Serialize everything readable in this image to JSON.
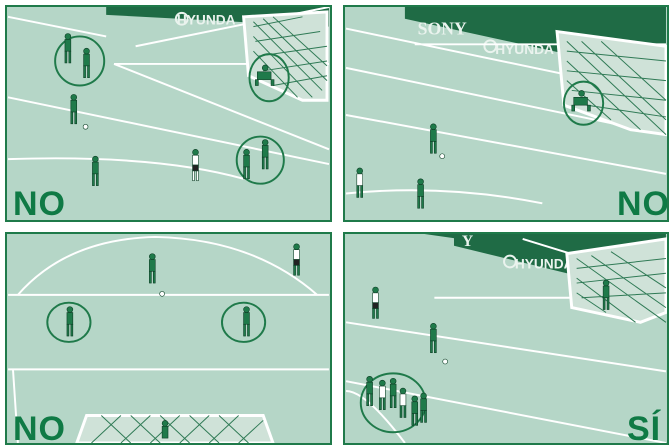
{
  "panels": [
    {
      "id": "top-left",
      "verdict": "NO",
      "ads": [
        "HYUNDA"
      ]
    },
    {
      "id": "top-right",
      "verdict": "NO",
      "ads": [
        "SONY",
        "HYUNDA"
      ]
    },
    {
      "id": "bottom-left",
      "verdict": "NO",
      "ads": []
    },
    {
      "id": "bottom-right",
      "verdict": "SÍ",
      "ads": [
        "Y",
        "HYUNDA"
      ]
    }
  ],
  "colors": {
    "pitch": "#b5d6c7",
    "lines": "#ffffff",
    "brand_green": "#0f7a45",
    "ad_board": "#1f6b45",
    "circle": "#1f7a4a"
  }
}
